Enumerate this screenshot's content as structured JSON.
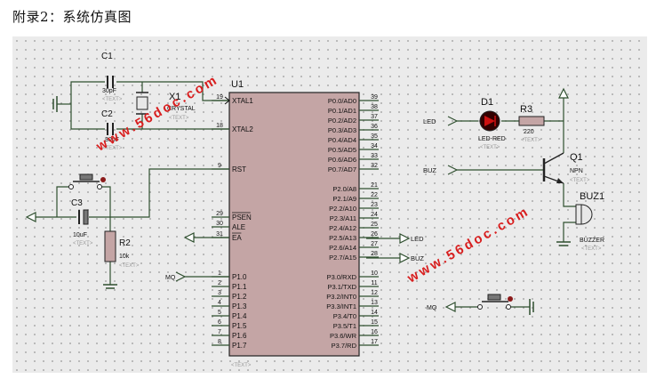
{
  "doc": {
    "title": "附录2：系统仿真图"
  },
  "ic": {
    "ref": "U1",
    "left_pins": [
      {
        "num": "19",
        "name": "XTAL1"
      },
      {
        "num": "18",
        "name": "XTAL2"
      },
      {
        "num": "9",
        "name": "RST"
      },
      {
        "num": "29",
        "name": "PSEN"
      },
      {
        "num": "30",
        "name": "ALE"
      },
      {
        "num": "31",
        "name": "EA"
      },
      {
        "num": "1",
        "name": "P1.0"
      },
      {
        "num": "2",
        "name": "P1.1"
      },
      {
        "num": "3",
        "name": "P1.2"
      },
      {
        "num": "4",
        "name": "P1.3"
      },
      {
        "num": "5",
        "name": "P1.4"
      },
      {
        "num": "6",
        "name": "P1.5"
      },
      {
        "num": "7",
        "name": "P1.6"
      },
      {
        "num": "8",
        "name": "P1.7"
      }
    ],
    "right_pins": [
      {
        "num": "39",
        "name": "P0.0/AD0"
      },
      {
        "num": "38",
        "name": "P0.1/AD1"
      },
      {
        "num": "37",
        "name": "P0.2/AD2"
      },
      {
        "num": "36",
        "name": "P0.3/AD3"
      },
      {
        "num": "35",
        "name": "P0.4/AD4"
      },
      {
        "num": "34",
        "name": "P0.5/AD5"
      },
      {
        "num": "33",
        "name": "P0.6/AD6"
      },
      {
        "num": "32",
        "name": "P0.7/AD7"
      },
      {
        "num": "21",
        "name": "P2.0/A8"
      },
      {
        "num": "22",
        "name": "P2.1/A9"
      },
      {
        "num": "23",
        "name": "P2.2/A10"
      },
      {
        "num": "24",
        "name": "P2.3/A11"
      },
      {
        "num": "25",
        "name": "P2.4/A12"
      },
      {
        "num": "26",
        "name": "P2.5/A13"
      },
      {
        "num": "27",
        "name": "P2.6/A14"
      },
      {
        "num": "28",
        "name": "P2.7/A15"
      },
      {
        "num": "10",
        "name": "P3.0/RXD"
      },
      {
        "num": "11",
        "name": "P3.1/TXD"
      },
      {
        "num": "12",
        "name": "P3.2/INT0"
      },
      {
        "num": "13",
        "name": "P3.3/INT1"
      },
      {
        "num": "14",
        "name": "P3.4/T0"
      },
      {
        "num": "15",
        "name": "P3.5/T1"
      },
      {
        "num": "16",
        "name": "P3.6/WR"
      },
      {
        "num": "17",
        "name": "P3.7/RD"
      }
    ],
    "text_placeholder": "<TEXT>"
  },
  "components": {
    "c1": {
      "ref": "C1",
      "value": "30pF"
    },
    "c2": {
      "ref": "C2",
      "value": "30pF"
    },
    "x1": {
      "ref": "X1",
      "value": "CRYSTAL"
    },
    "c3": {
      "ref": "C3",
      "value": "10uF"
    },
    "r2": {
      "ref": "R2",
      "value": "10k"
    },
    "d1": {
      "ref": "D1",
      "value": "LED-RED"
    },
    "r3": {
      "ref": "R3",
      "value": "220"
    },
    "q1": {
      "ref": "Q1",
      "value": "NPN"
    },
    "buz1": {
      "ref": "BUZ1",
      "value": "BUZZER"
    },
    "text_placeholder": "<TEXT>"
  },
  "nets": {
    "led": "LED",
    "buz": "BUZ",
    "mq": "MQ"
  },
  "watermark": "www.56doc.com"
}
